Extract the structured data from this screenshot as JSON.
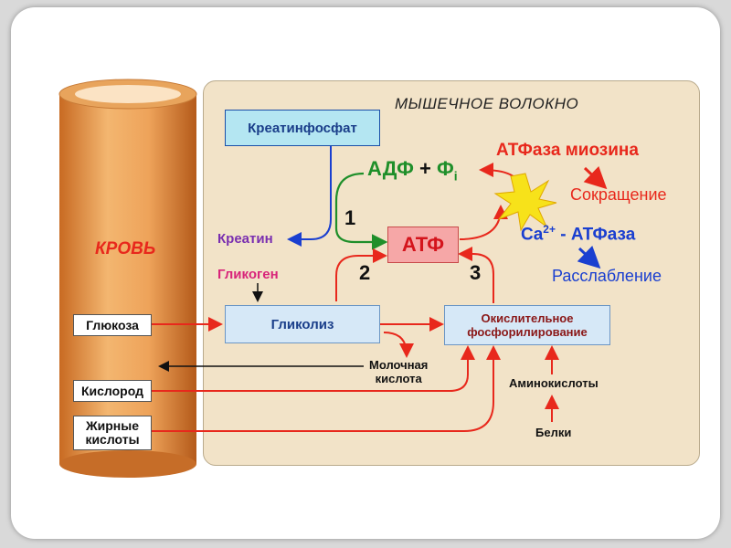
{
  "diagram": {
    "fiber_title": "МЫШЕЧНОЕ ВОЛОКНО",
    "blood_label": "КРОВЬ",
    "creatine_phosphate": "Креатинфосфат",
    "adp": "АДФ",
    "plus": "+",
    "phi": "Ф",
    "phi_sub": "i",
    "atp": "АТФ",
    "creatine": "Креатин",
    "glycogen": "Гликоген",
    "glycolysis": "Гликолиз",
    "oxidative_line1": "Окислительное",
    "oxidative_line2": "фосфорилирование",
    "myosin_atpase": "АТФаза миозина",
    "contraction": "Сокращение",
    "ca": "Ca",
    "ca_sup": "2+",
    "ca_atpase": "- АТФаза",
    "relaxation": "Расслабление",
    "lactic_line1": "Молочная",
    "lactic_line2": "кислота",
    "amino_acids": "Аминокислоты",
    "proteins": "Белки",
    "glucose": "Глюкоза",
    "oxygen": "Кислород",
    "fatty_line1": "Жирные",
    "fatty_line2": "кислоты",
    "num1": "1",
    "num2": "2",
    "num3": "3"
  },
  "colors": {
    "red": "#e8281c",
    "green": "#1f8f2a",
    "blue": "#1a3fd0",
    "magenta": "#d8247a",
    "purple": "#7a2fb0",
    "vessel": "#e79a4c",
    "fiber": "#f2e3c8"
  }
}
